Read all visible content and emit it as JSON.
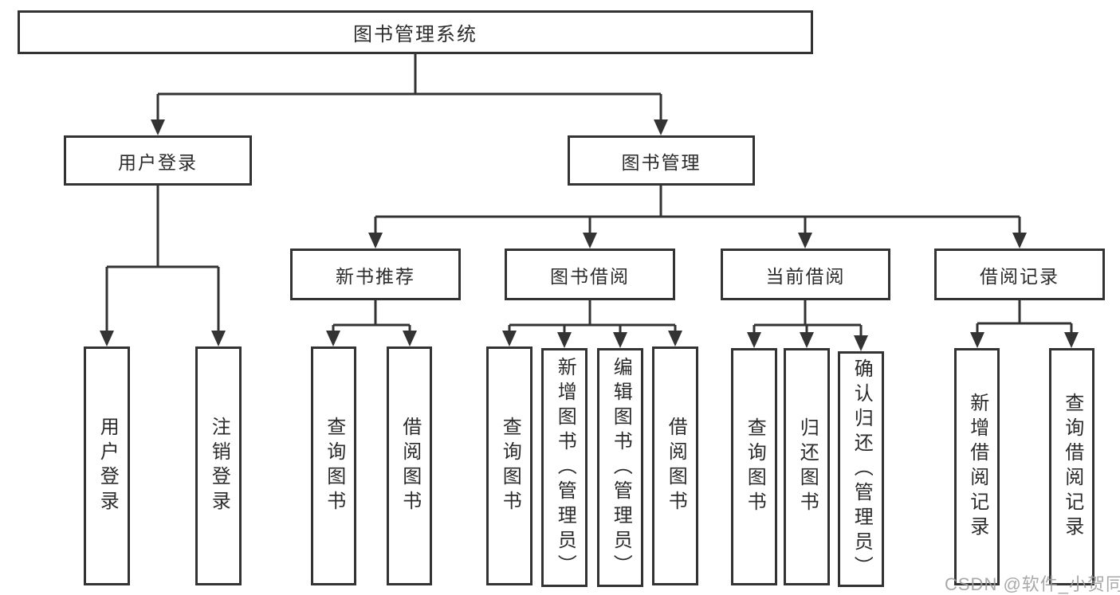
{
  "tree": {
    "label": "图书管理系统",
    "children": [
      {
        "label": "用户登录",
        "children": [
          {
            "label": "用户登录"
          },
          {
            "label": "注销登录"
          }
        ]
      },
      {
        "label": "图书管理",
        "children": [
          {
            "label": "新书推荐",
            "children": [
              {
                "label": "查询图书"
              },
              {
                "label": "借阅图书"
              }
            ]
          },
          {
            "label": "图书借阅",
            "children": [
              {
                "label": "查询图书"
              },
              {
                "label": "新增图书（管理员）"
              },
              {
                "label": "编辑图书（管理员）"
              },
              {
                "label": "借阅图书"
              }
            ]
          },
          {
            "label": "当前借阅",
            "children": [
              {
                "label": "查询图书"
              },
              {
                "label": "归还图书"
              },
              {
                "label": "确认归还（管理员）"
              }
            ]
          },
          {
            "label": "借阅记录",
            "children": [
              {
                "label": "新增借阅记录"
              },
              {
                "label": "查询借阅记录"
              }
            ]
          }
        ]
      }
    ]
  },
  "watermark": {
    "text": "CSDN @软件_小贺同学"
  },
  "colors": {
    "line": "#333333",
    "box_border": "#333333",
    "text": "#2b2b2b",
    "watermark": "#9e9e9e",
    "background": "#ffffff"
  }
}
